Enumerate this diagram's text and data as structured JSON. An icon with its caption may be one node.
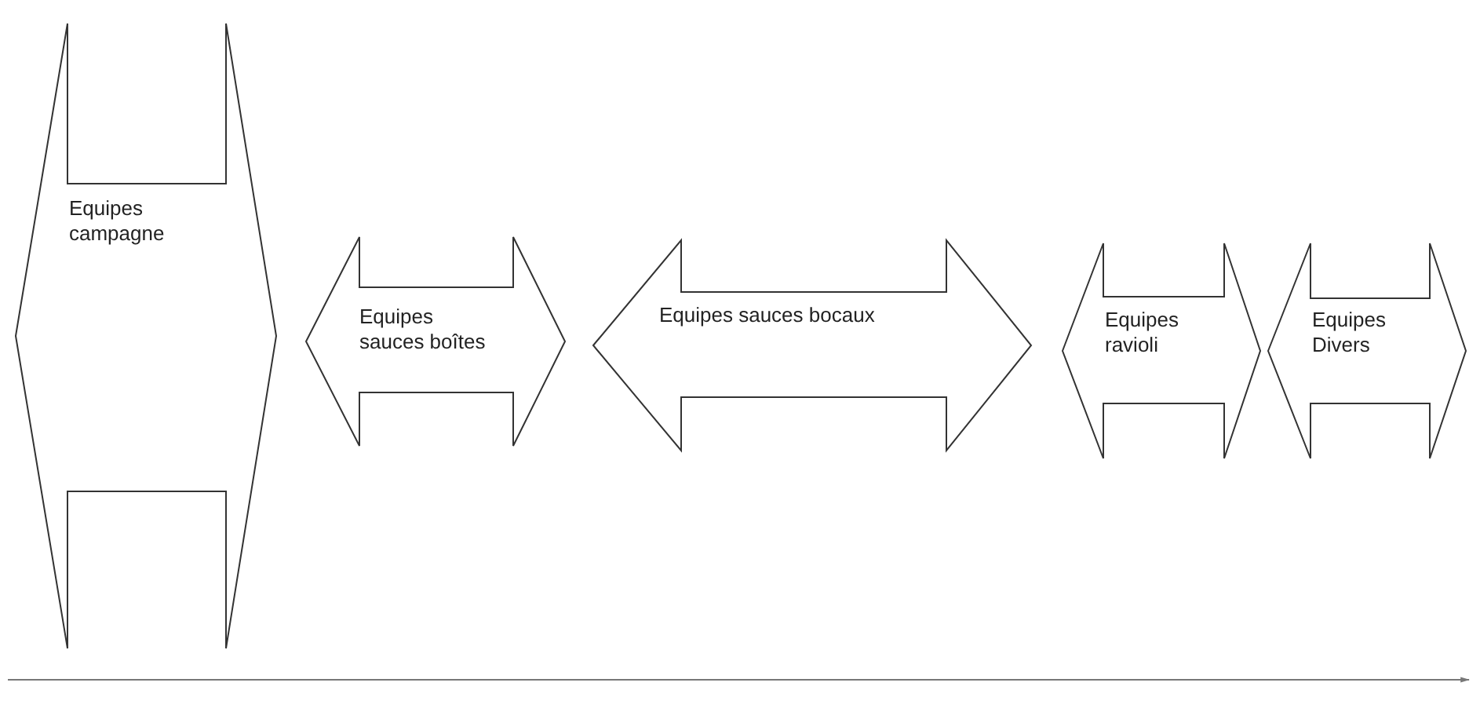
{
  "diagram": {
    "nodes": [
      {
        "text": [
          "Equipes campagne"
        ]
      },
      {
        "text": [
          "Equipes sauces boîtes"
        ]
      },
      {
        "text": [
          "Equipes sauces bocaux"
        ]
      },
      {
        "text": [
          "Equipes ravioli"
        ]
      },
      {
        "text": [
          "Equipes Divers"
        ]
      }
    ]
  }
}
